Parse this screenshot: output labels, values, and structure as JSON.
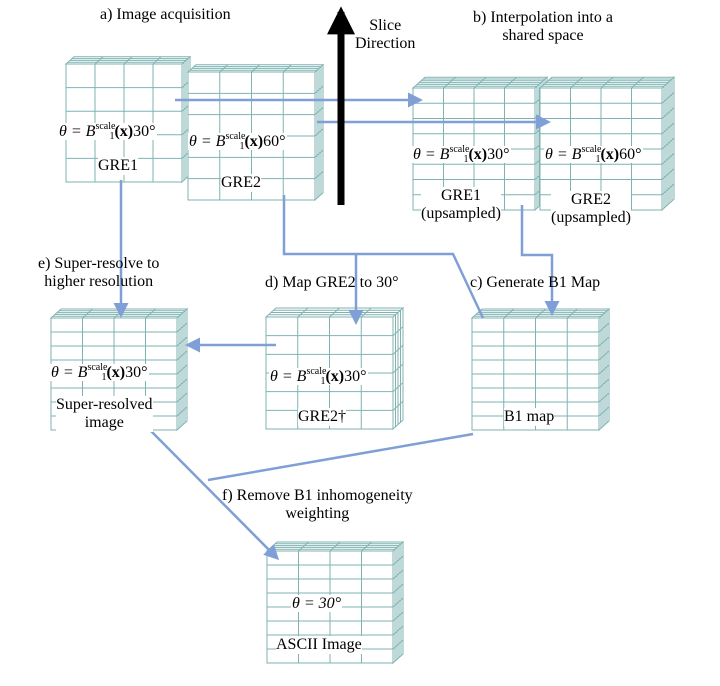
{
  "steps": {
    "a": "a) Image acquisition",
    "b_line1": "b) Interpolation into a",
    "b_line2": "shared space",
    "c": "c) Generate B1 Map",
    "d": "d) Map GRE2 to 30°",
    "e_line1": "e) Super-resolve to",
    "e_line2": "higher resolution",
    "f_line1": "f) Remove B1 inhomogeneity",
    "f_line2": "weighting"
  },
  "slice_direction": {
    "line1": "Slice",
    "line2": "Direction"
  },
  "equations": {
    "lhs": "θ = B",
    "sub": "1",
    "sup": "scale",
    "arg": "(x)",
    "angle30": "30°",
    "angle60": "60°",
    "theta30": "θ = 30°"
  },
  "volumes": {
    "gre1": "GRE1",
    "gre2": "GRE2",
    "gre1_up_line1": "GRE1",
    "gre1_up_line2": "(upsampled)",
    "gre2_up_line1": "GRE2",
    "gre2_up_line2": "(upsampled)",
    "b1map": "B1 map",
    "gre2dag": "GRE2†",
    "superres_line1": "Super-resolved",
    "superres_line2": "image",
    "ascii": "ASCII Image"
  },
  "colors": {
    "arrow": "#7f9fd6",
    "grid": "#7fb3b3",
    "slice_arrow": "#000000"
  }
}
